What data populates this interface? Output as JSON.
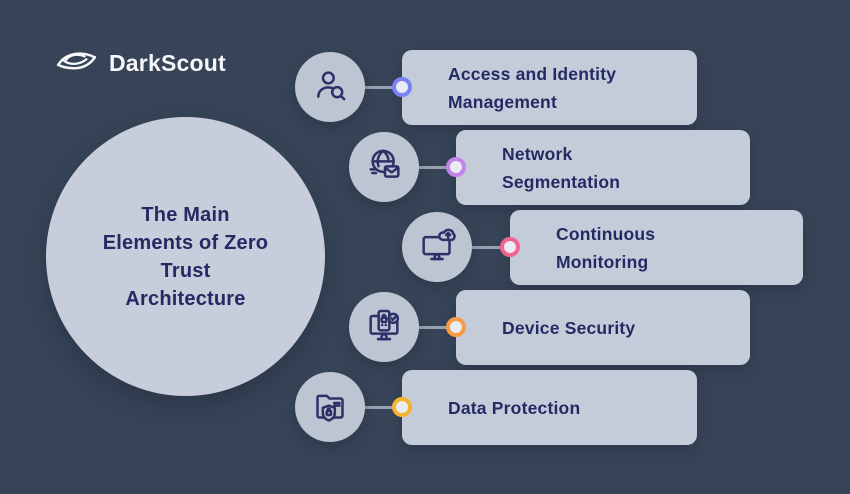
{
  "brand": {
    "name": "DarkScout",
    "logo_icon": "darkscout-eye-icon"
  },
  "center_circle": {
    "title_lines": [
      "The Main",
      "Elements of Zero",
      "Trust",
      "Architecture"
    ]
  },
  "items": [
    {
      "lines": [
        "Access and Identity",
        "Management"
      ],
      "accent": "#7b82f5",
      "icon": "user-search-icon"
    },
    {
      "lines": [
        "Network",
        "Segmentation"
      ],
      "accent": "#c184ea",
      "icon": "globe-mail-icon"
    },
    {
      "lines": [
        "Continuous",
        "Monitoring"
      ],
      "accent": "#f1648f",
      "icon": "monitor-upload-icon"
    },
    {
      "lines": [
        "Device Security"
      ],
      "accent": "#f79b47",
      "icon": "device-shield-check-icon"
    },
    {
      "lines": [
        "Data Protection"
      ],
      "accent": "#f3b52f",
      "icon": "folder-shield-lock-icon"
    }
  ],
  "colors": {
    "background": "#374457",
    "panel": "#c5ccd9",
    "icon_circle": "#bdc4d2",
    "text_navy": "#232a64",
    "logo_text": "#f5f7fa",
    "connector": "#98a1b0",
    "ring_fill": "#e9ecf3"
  }
}
